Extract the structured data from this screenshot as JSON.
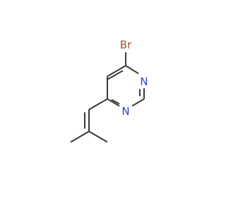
{
  "molecule": {
    "atoms": {
      "bromine": {
        "label": "Br",
        "color": "#a0522d"
      },
      "nitrogen_top": {
        "label": "N",
        "color": "#2f43d6"
      },
      "nitrogen_bottom": {
        "label": "N",
        "color": "#2f43d6"
      }
    },
    "bond_color": "#3a3a3a"
  }
}
